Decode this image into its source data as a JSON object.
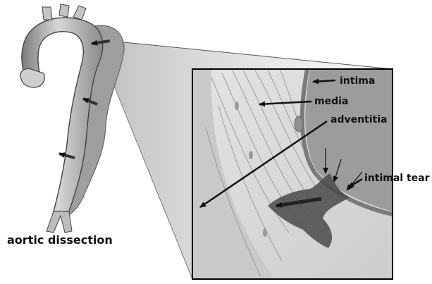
{
  "figure": {
    "caption": "aortic dissection",
    "labels": {
      "intima": "intima",
      "media": "media",
      "adventitia": "adventitia",
      "intimal_tear": "intimal tear"
    }
  },
  "colors": {
    "vessel_fill": "#b9b9b9",
    "vessel_dark": "#6f6f6f",
    "inset_bg": "#d8d8d8",
    "lumen": "#9a9a9a",
    "tear": "#4a4a4a",
    "arrow": "#111111",
    "border": "#000000"
  }
}
